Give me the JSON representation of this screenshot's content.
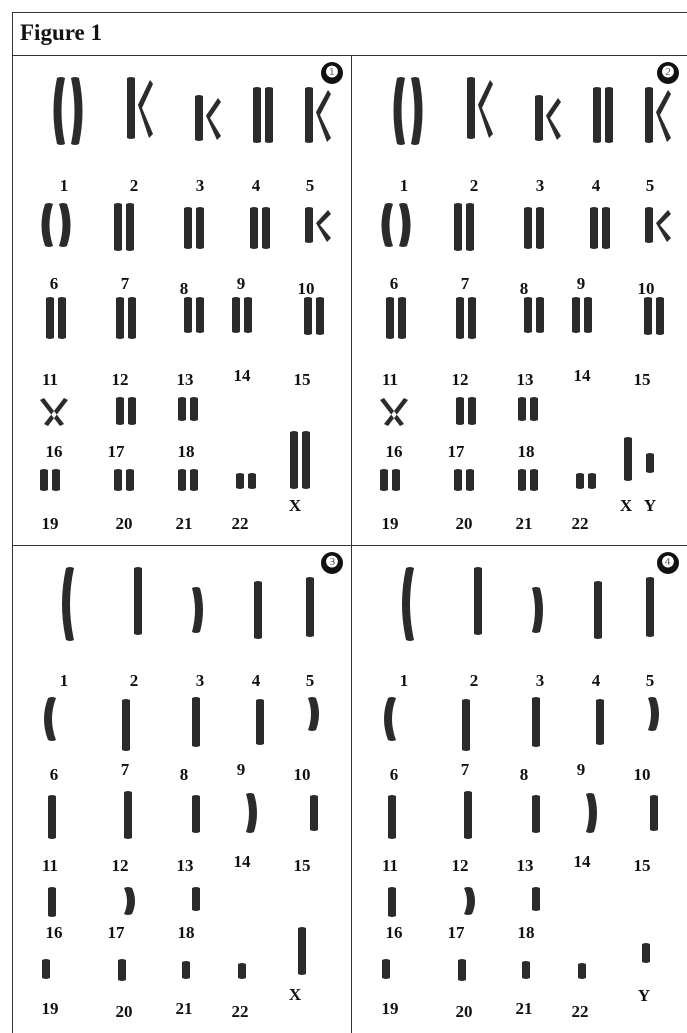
{
  "figure": {
    "title": "Figure 1"
  },
  "panels": [
    {
      "badge": "❶",
      "labels": [
        "1",
        "2",
        "3",
        "4",
        "5",
        "6",
        "7",
        "8",
        "9",
        "10",
        "11",
        "12",
        "13",
        "14",
        "15",
        "16",
        "17",
        "18",
        "19",
        "20",
        "21",
        "22",
        "X"
      ]
    },
    {
      "badge": "❷",
      "labels": [
        "1",
        "2",
        "3",
        "4",
        "5",
        "6",
        "7",
        "8",
        "9",
        "10",
        "11",
        "12",
        "13",
        "14",
        "15",
        "16",
        "17",
        "18",
        "19",
        "20",
        "21",
        "22",
        "X",
        "Y"
      ]
    },
    {
      "badge": "❸",
      "labels": [
        "1",
        "2",
        "3",
        "4",
        "5",
        "6",
        "7",
        "8",
        "9",
        "10",
        "11",
        "12",
        "13",
        "14",
        "15",
        "16",
        "17",
        "18",
        "19",
        "20",
        "21",
        "22",
        "X"
      ]
    },
    {
      "badge": "❹",
      "labels": [
        "1",
        "2",
        "3",
        "4",
        "5",
        "6",
        "7",
        "8",
        "9",
        "10",
        "11",
        "12",
        "13",
        "14",
        "15",
        "16",
        "17",
        "18",
        "19",
        "20",
        "21",
        "22",
        "Y"
      ]
    }
  ]
}
